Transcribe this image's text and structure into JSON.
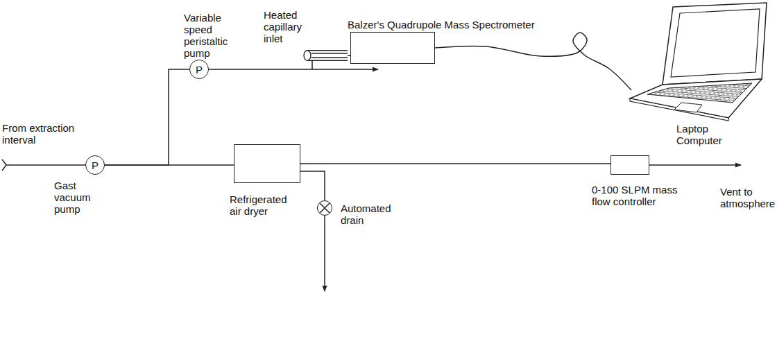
{
  "diagram": {
    "nodes": [
      {
        "text": [
          "P",
          "Gast vacuum pump"
        ]
      },
      {
        "text": [
          "P",
          "Variable speed peristaltic pump"
        ]
      },
      {
        "text": [
          "Heated capillary inlet"
        ]
      },
      {
        "text": [
          "Balzer's Quadrupole Mass Spectrometer"
        ]
      },
      {
        "text": [
          "Laptop Computer"
        ]
      },
      {
        "text": [
          "Refrigerated air dryer"
        ]
      },
      {
        "text": [
          "Automated drain"
        ]
      },
      {
        "text": [
          "0-100 SLPM mass flow controller"
        ]
      }
    ],
    "edges": [
      {
        "from": 0,
        "to": 1,
        "arrow": "none"
      },
      {
        "from": 0,
        "to": 5,
        "arrow": "none"
      },
      {
        "from": 1,
        "to": 2,
        "arrow": "none"
      },
      {
        "from": 2,
        "to": 3,
        "arrow": "none"
      },
      {
        "from": 3,
        "to": 4,
        "arrow": "none"
      },
      {
        "from": 5,
        "to": 7,
        "arrow": "none"
      },
      {
        "from": 5,
        "to": 6,
        "arrow": "none"
      }
    ],
    "labels": [
      "From extraction interval",
      "Vent to atmosphere"
    ]
  }
}
